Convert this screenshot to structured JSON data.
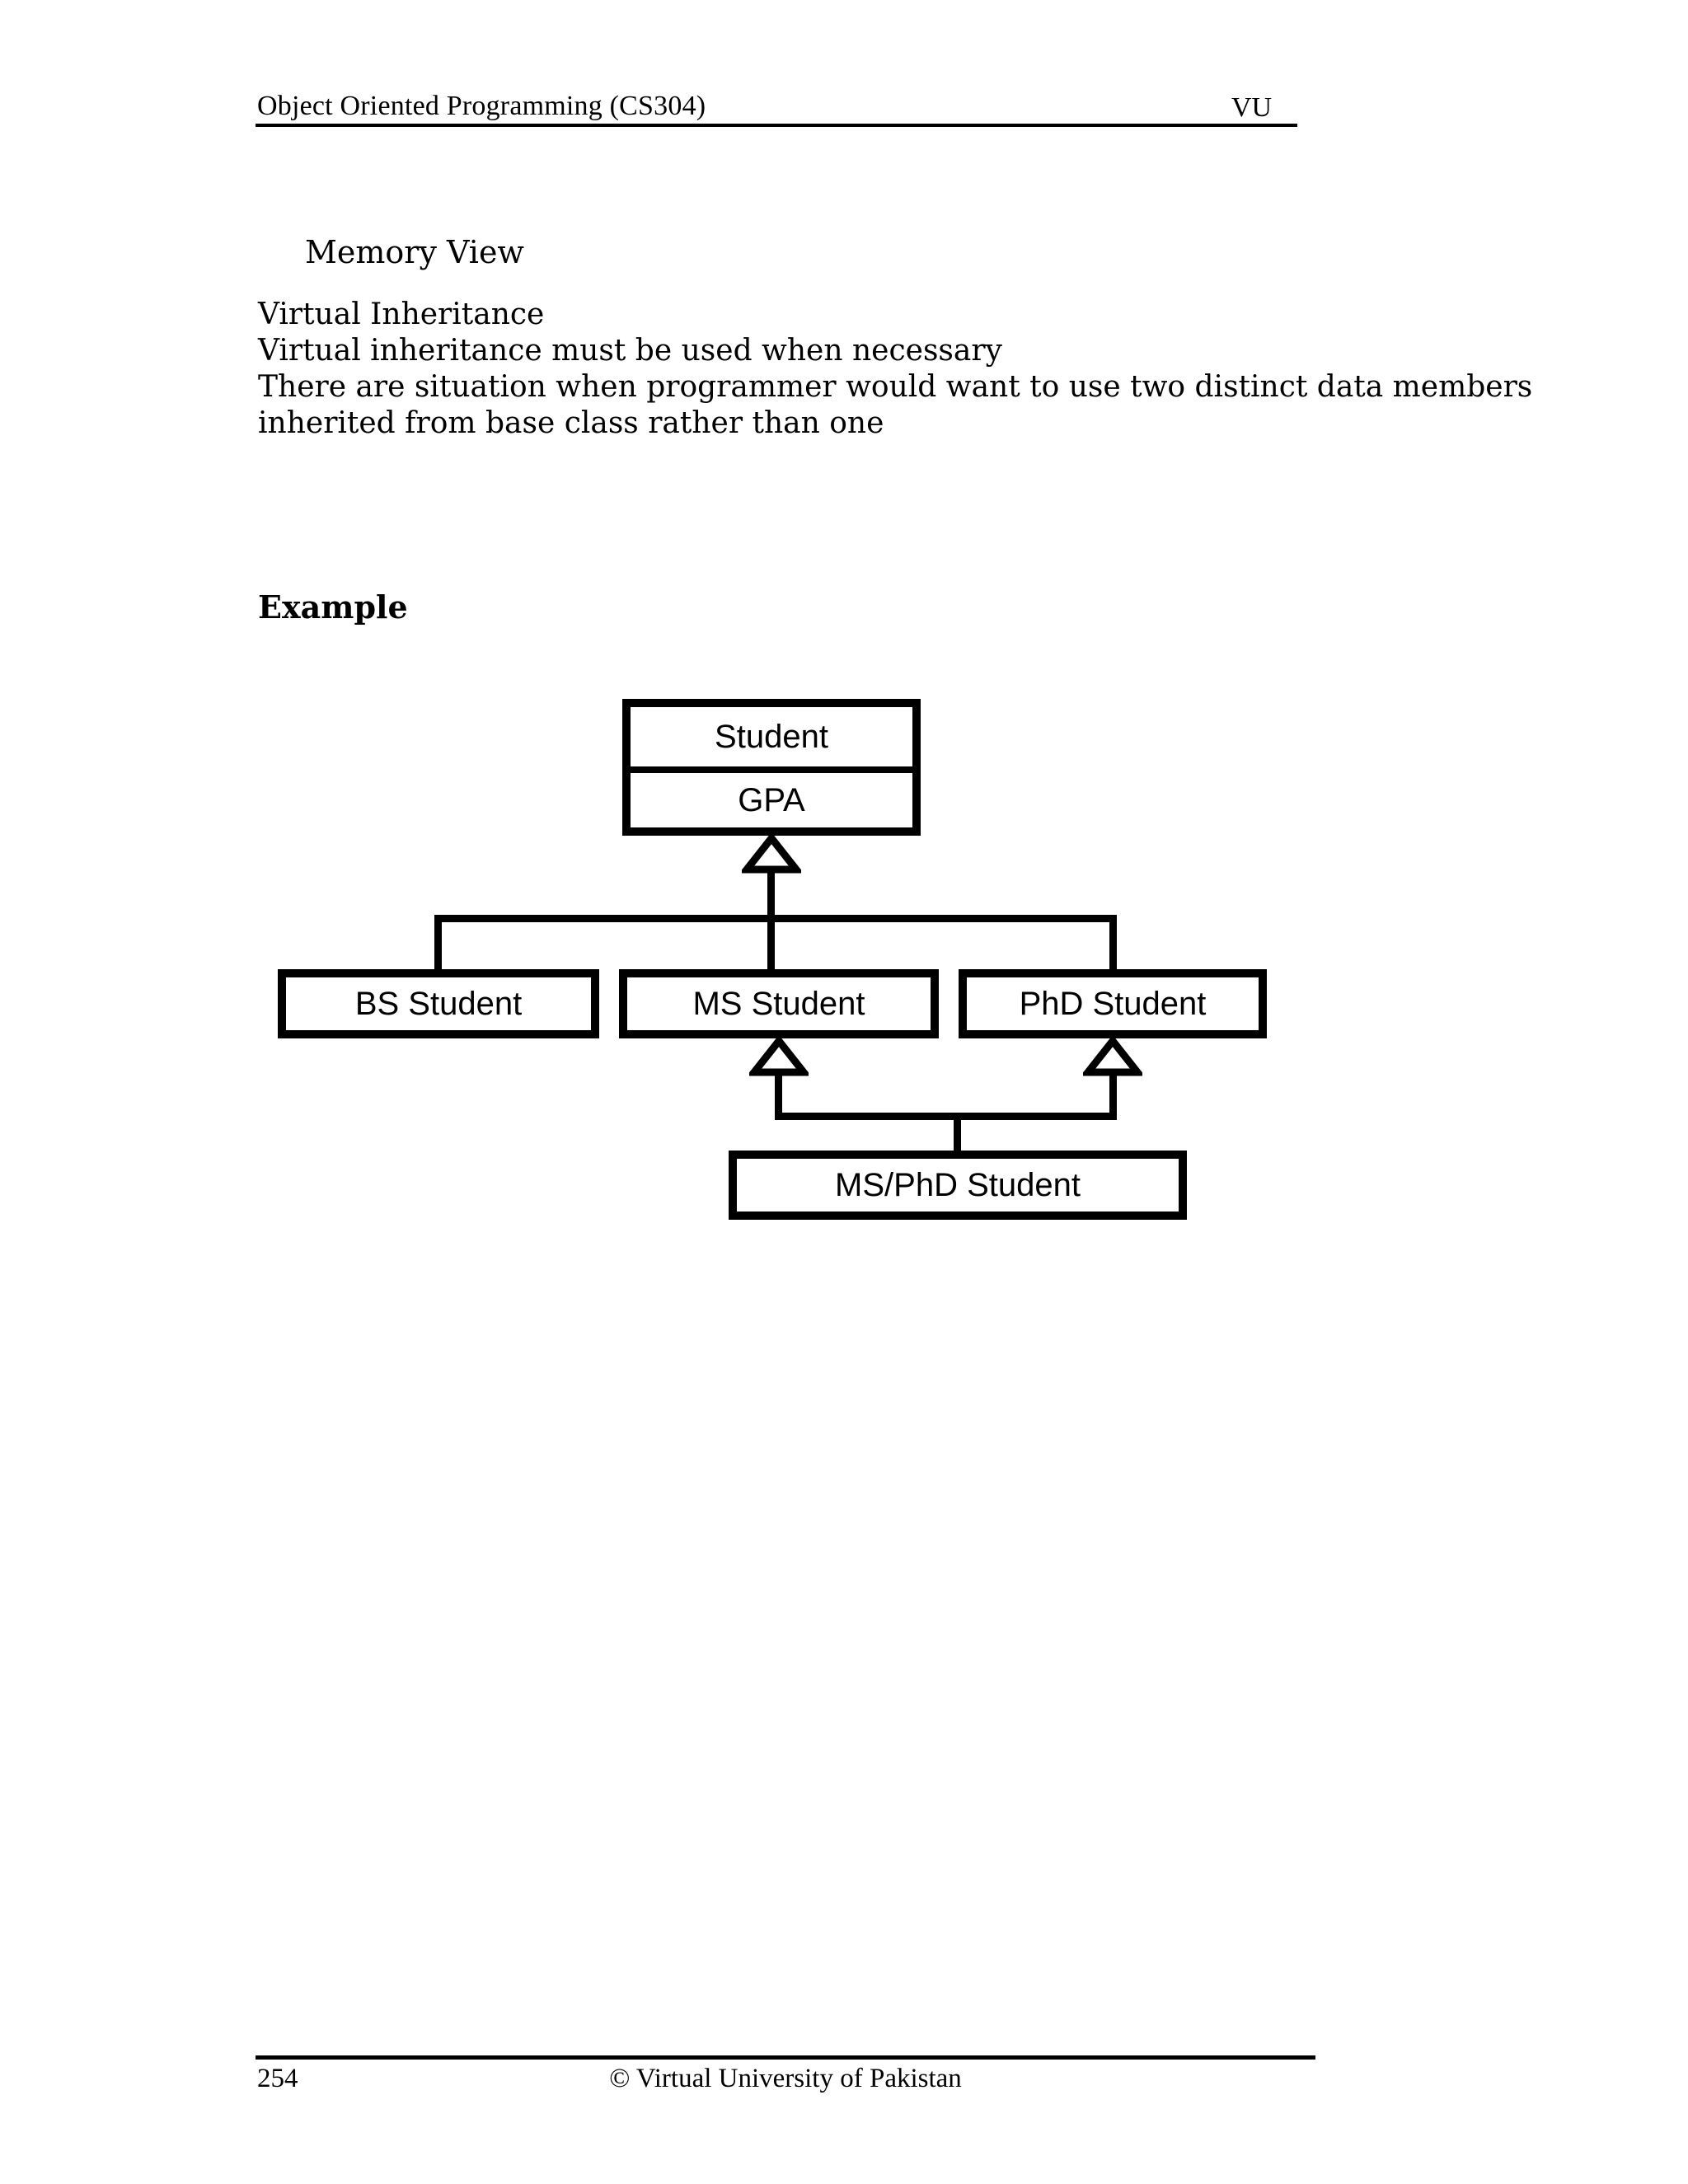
{
  "header": {
    "title": "Object Oriented Programming (CS304)",
    "badge": "VU"
  },
  "content": {
    "memory_view": "Memory View",
    "paragraph": [
      "Virtual Inheritance",
      "Virtual inheritance must be used when necessary",
      "There are situation when programmer would want to use two distinct data members",
      "inherited from base class rather than one"
    ],
    "example_heading": "Example"
  },
  "diagram": {
    "type": "uml-class-inheritance",
    "arrow_icon": "hollow-triangle-up",
    "student": {
      "name": "Student",
      "attribute": "GPA"
    },
    "bs": {
      "label": "BS Student"
    },
    "ms": {
      "label": "MS Student"
    },
    "phd": {
      "label": "PhD Student"
    },
    "msphd": {
      "label": "MS/PhD Student"
    },
    "edges": [
      "BS Student -> Student",
      "MS Student -> Student",
      "PhD Student -> Student",
      "MS/PhD Student -> MS Student",
      "MS/PhD Student -> PhD Student"
    ]
  },
  "footer": {
    "page_number": "254",
    "copyright": "© Virtual University of Pakistan"
  },
  "colors": {
    "ink": "#000000",
    "paper": "#ffffff"
  }
}
